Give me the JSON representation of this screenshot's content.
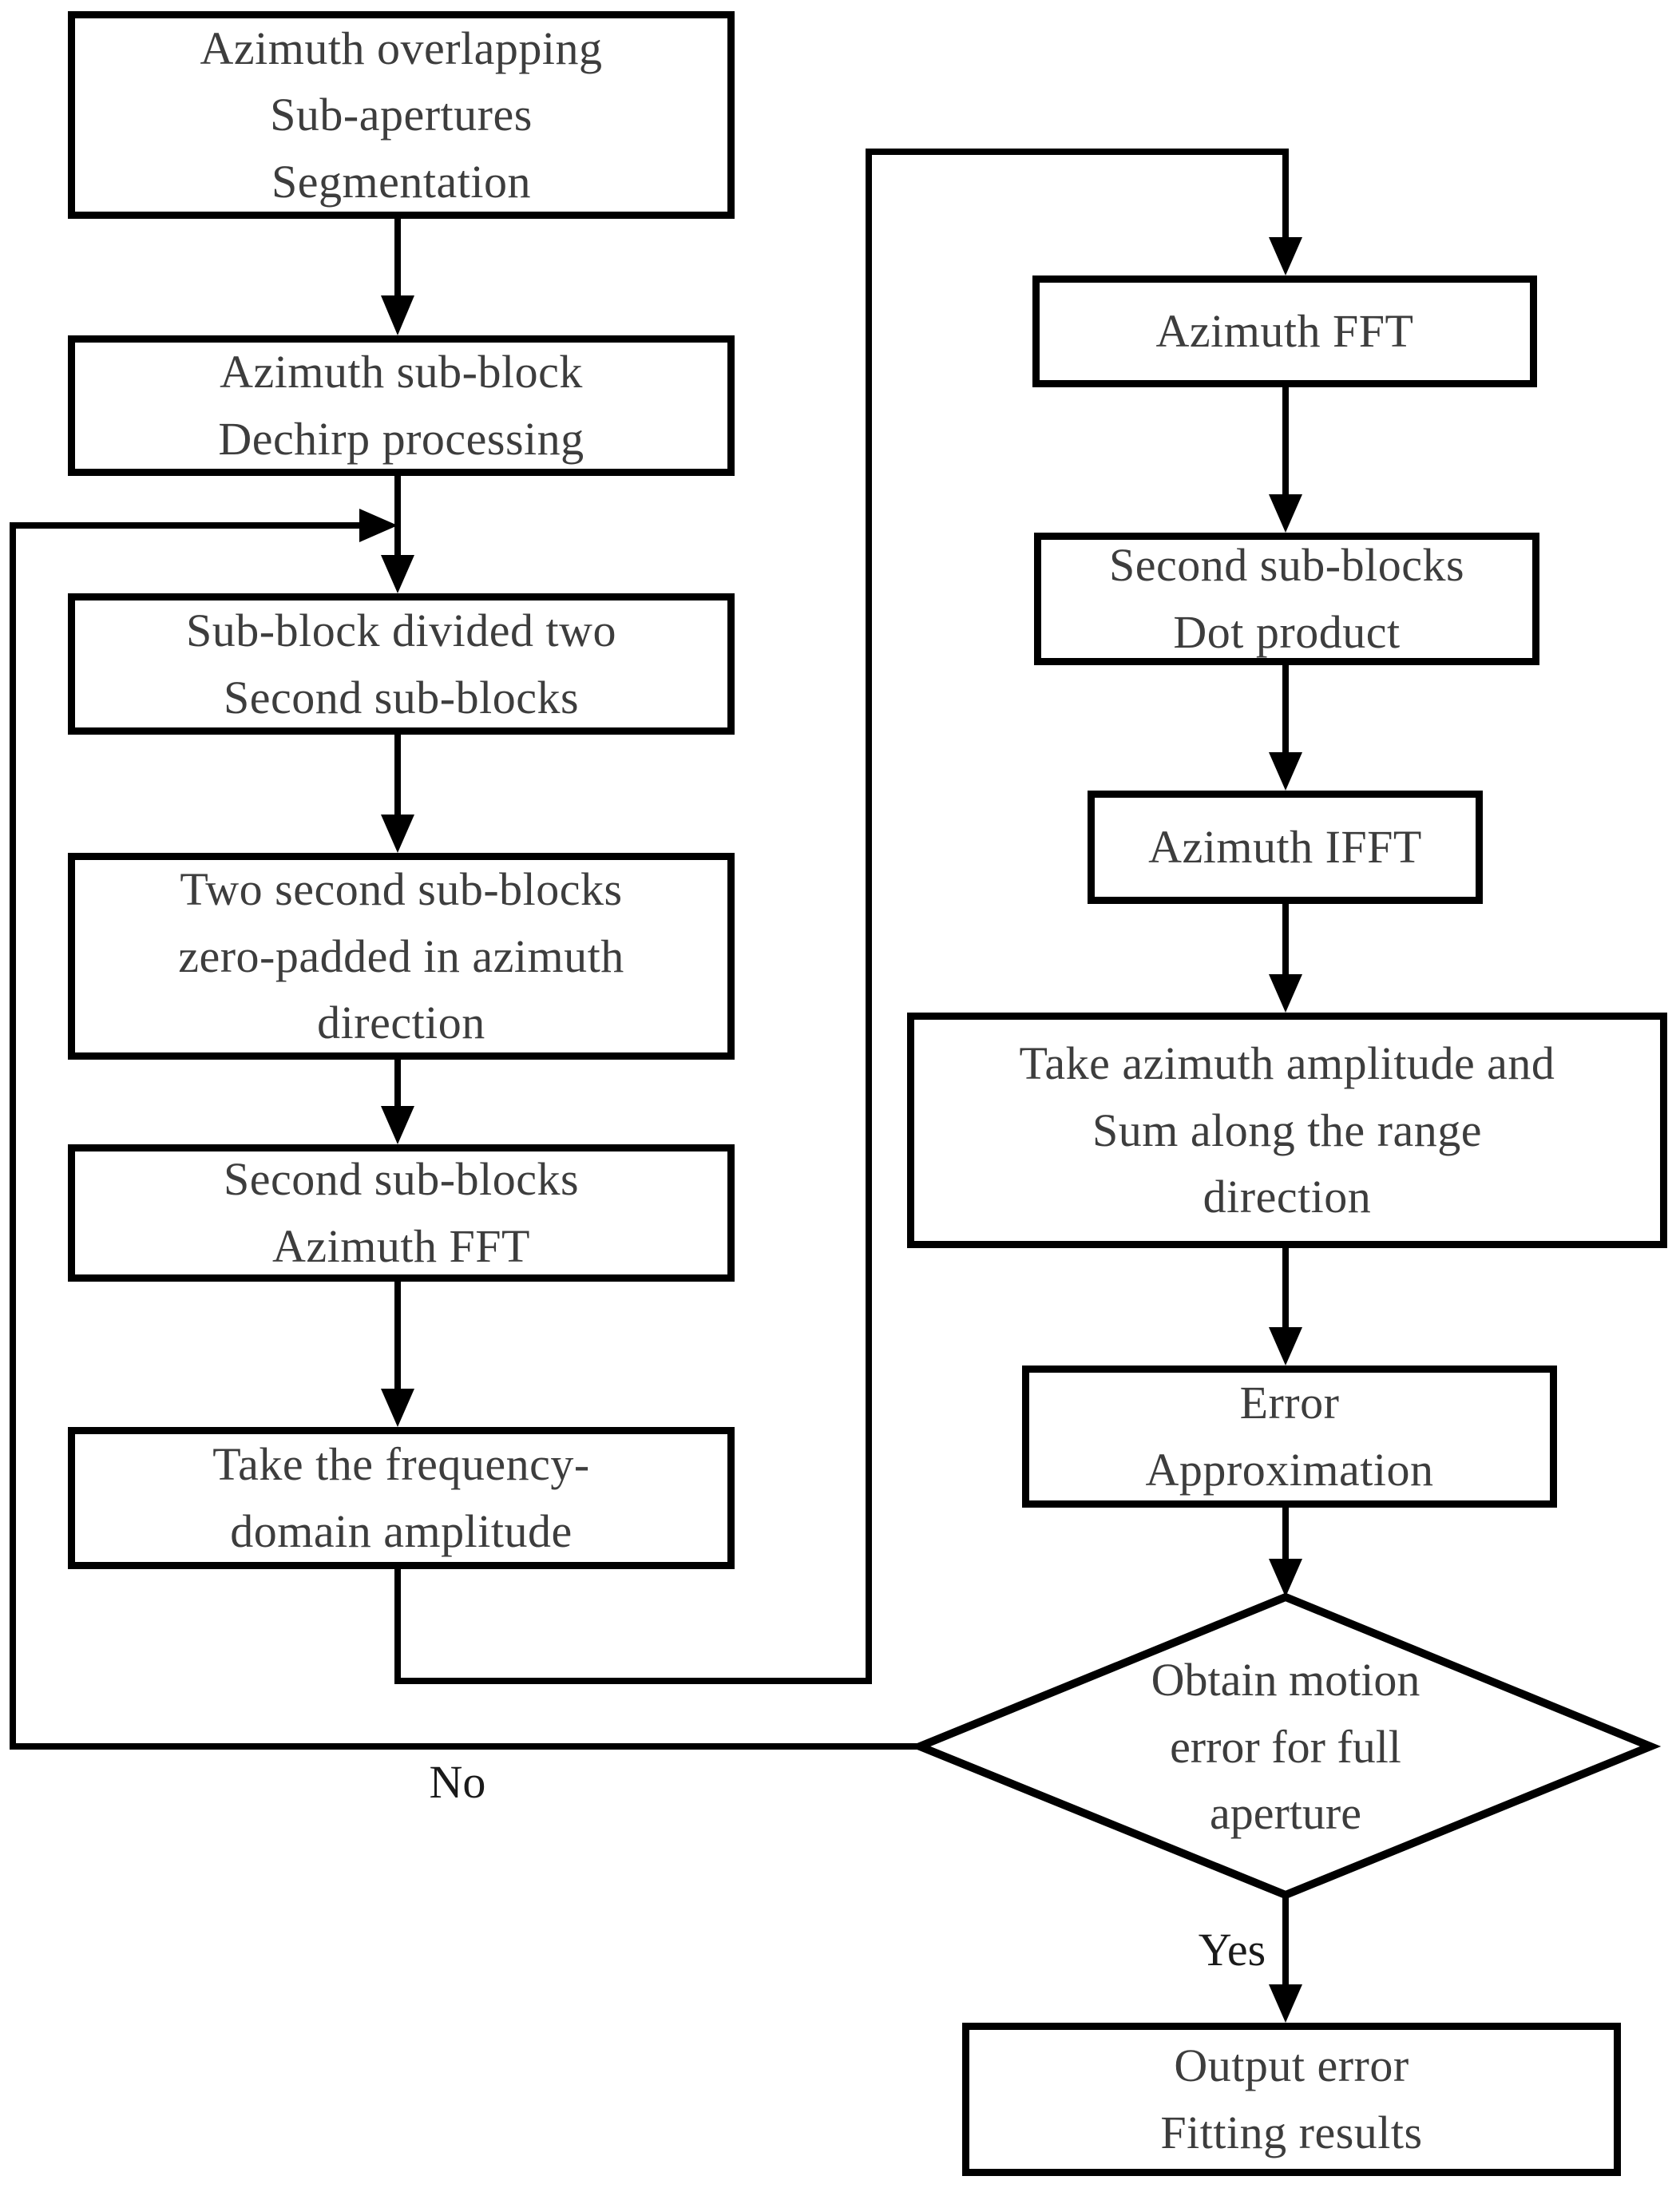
{
  "diagram": {
    "type": "flowchart",
    "background_color": "#ffffff",
    "line_color": "#000000",
    "text_color": "#3d3d3d",
    "nodes": {
      "seg": {
        "lines": [
          "Azimuth overlapping",
          "Sub-apertures",
          "Segmentation"
        ]
      },
      "dechirp": {
        "lines": [
          "Azimuth sub-block",
          "Dechirp processing"
        ]
      },
      "divide": {
        "lines": [
          "Sub-block divided two",
          "Second sub-blocks"
        ]
      },
      "zeropad": {
        "lines": [
          "Two second sub-blocks",
          "zero-padded in azimuth",
          "direction"
        ]
      },
      "subfft": {
        "lines": [
          "Second sub-blocks",
          "Azimuth FFT"
        ]
      },
      "freqamp": {
        "lines": [
          "Take the frequency-",
          "domain amplitude"
        ]
      },
      "azfft": {
        "lines": [
          "Azimuth FFT"
        ]
      },
      "dotprod": {
        "lines": [
          "Second sub-blocks",
          "Dot product"
        ]
      },
      "azifft": {
        "lines": [
          "Azimuth IFFT"
        ]
      },
      "sumrange": {
        "lines": [
          "Take azimuth amplitude and",
          "Sum along the range",
          "direction"
        ]
      },
      "errapprox": {
        "lines": [
          "Error",
          "Approximation"
        ]
      },
      "decision": {
        "lines": [
          "Obtain motion",
          "error for full",
          "aperture"
        ]
      },
      "output": {
        "lines": [
          "Output error",
          "Fitting results"
        ]
      }
    },
    "edge_labels": {
      "no": "No",
      "yes": "Yes"
    }
  }
}
